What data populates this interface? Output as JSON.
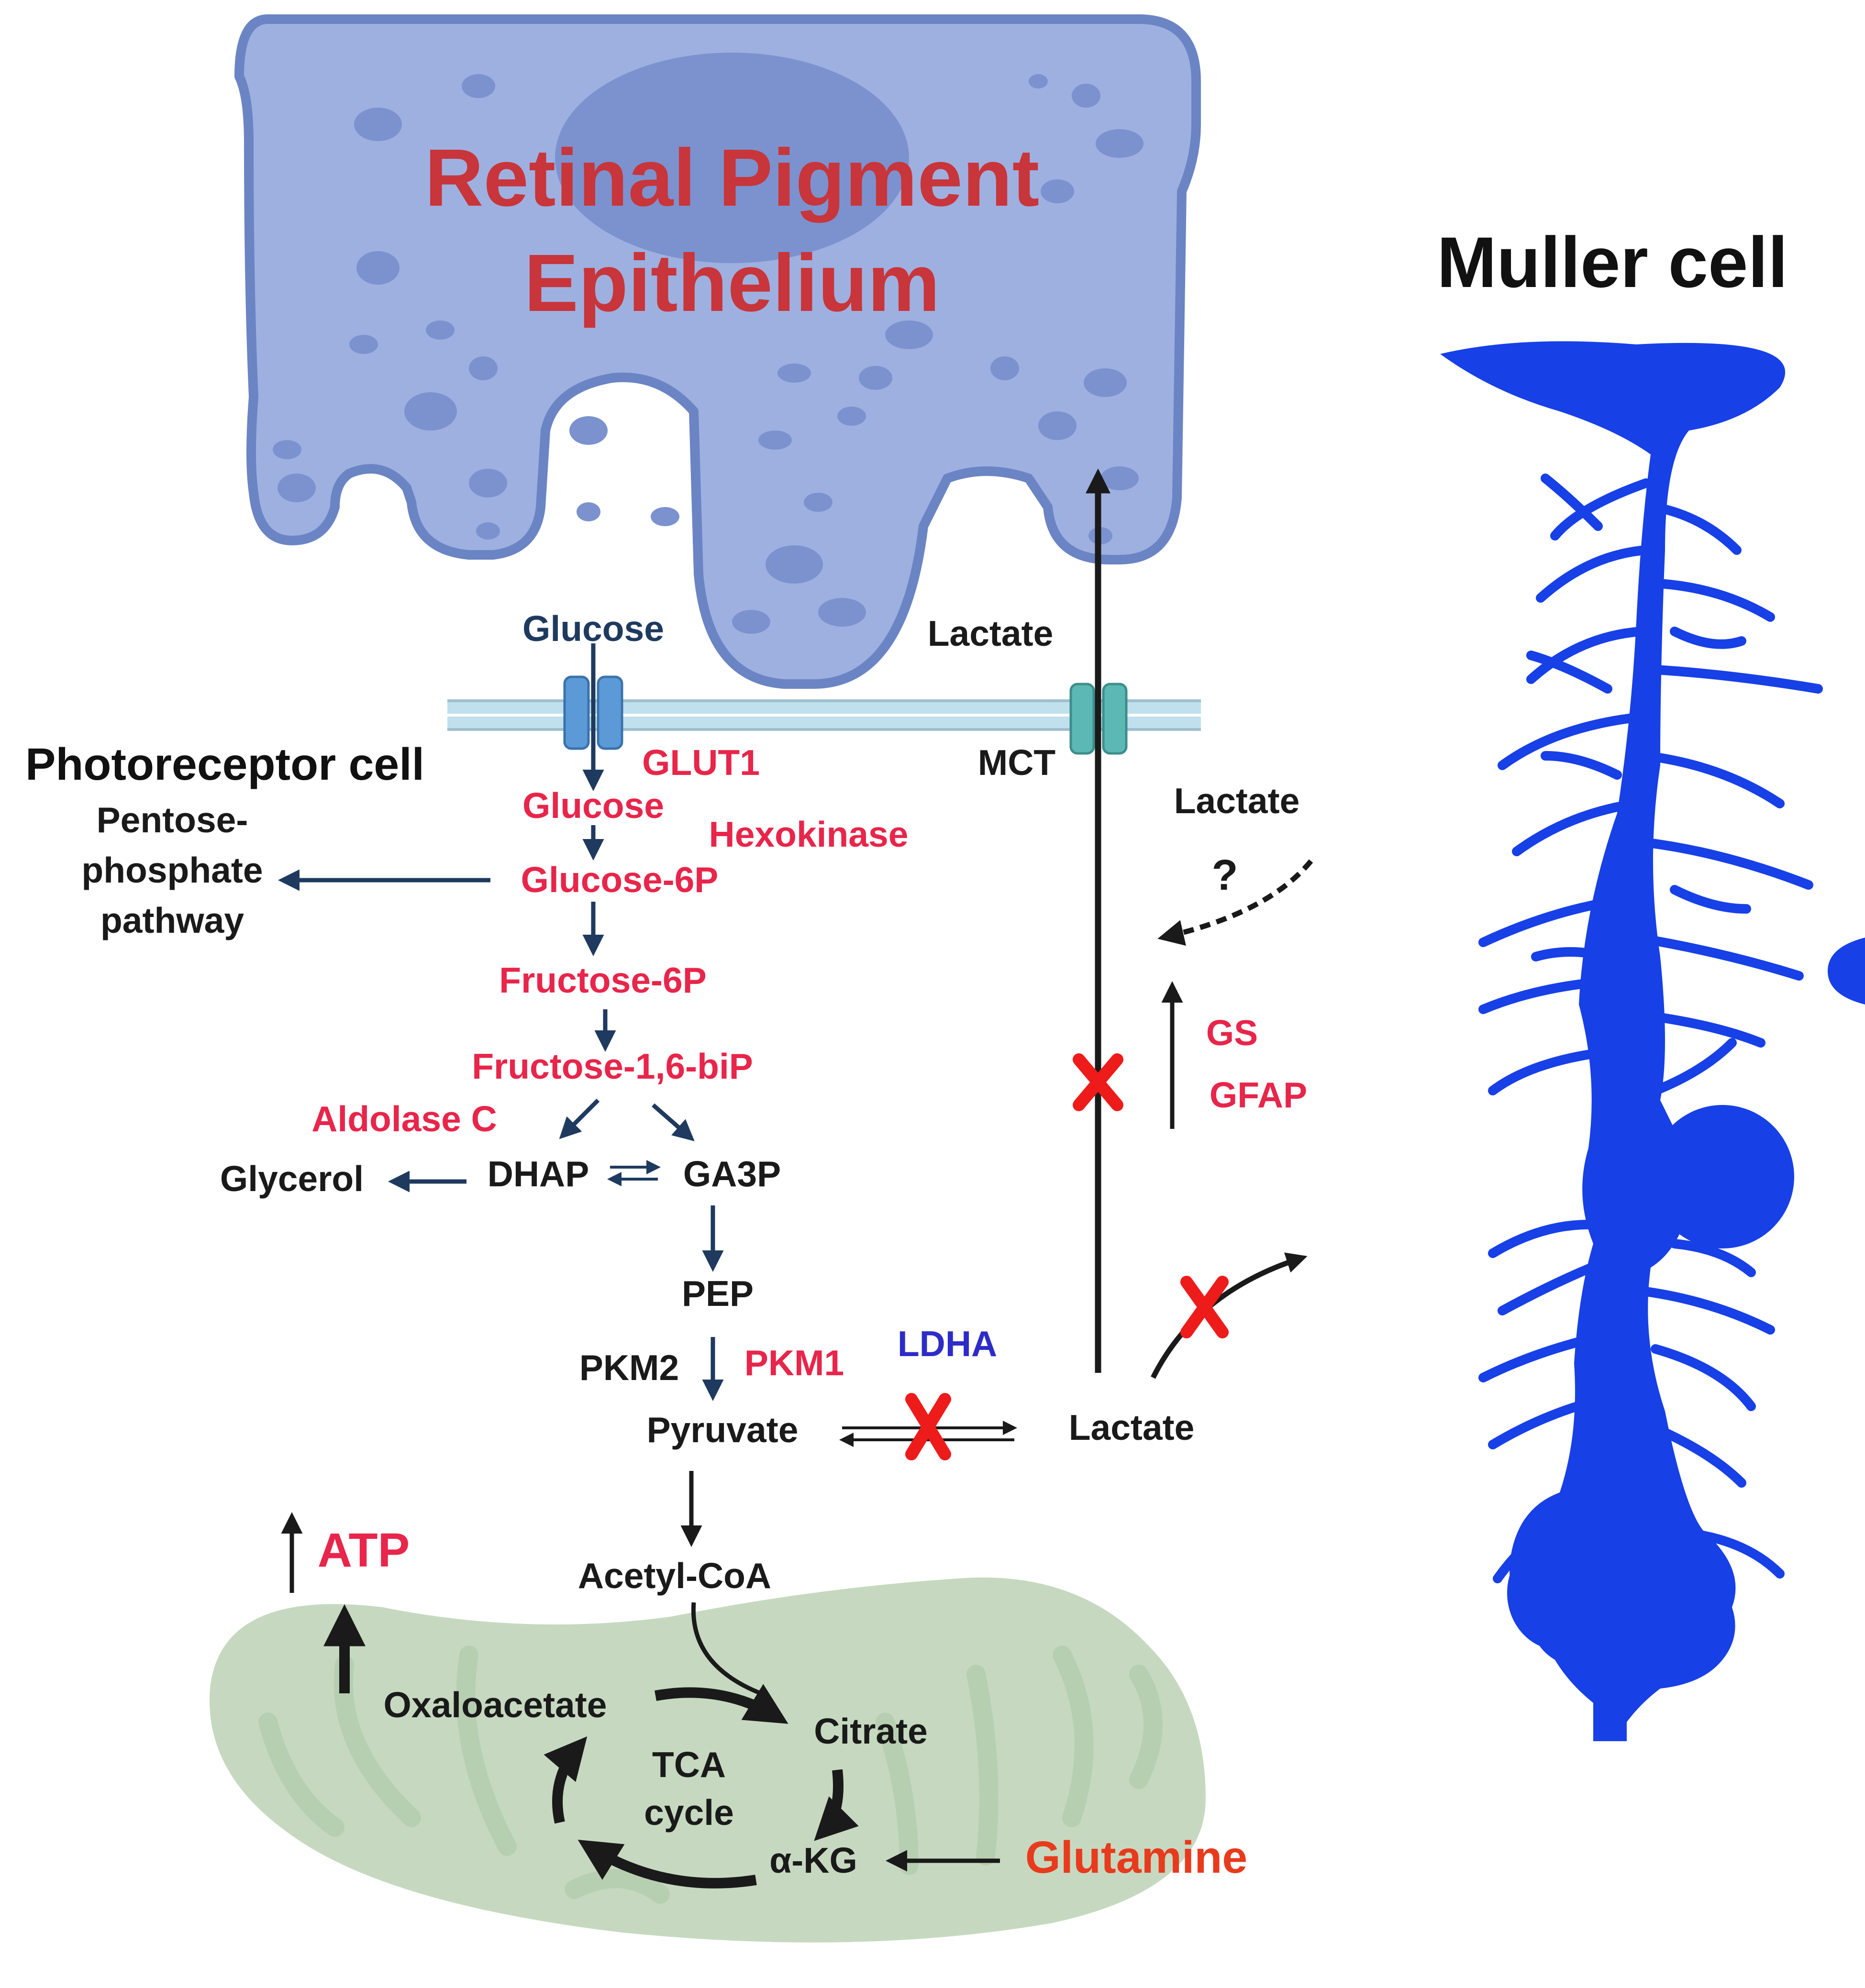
{
  "colors": {
    "rpe_fill": "#9eb0e0",
    "rpe_stroke": "#6b84c4",
    "rpe_spot": "#7b92cf",
    "rpe_title": "#c8353a",
    "pathway_red": "#e8254a",
    "glutamine_red": "#e83a1c",
    "ldha_blue": "#2d2cc8",
    "navy": "#1f3a5f",
    "black": "#1a1a1a",
    "x_red": "#ee1b1b",
    "muller_blue": "#1740e6",
    "mito_fill": "#c6d9c0",
    "mito_crista": "#b7cfb1",
    "glut_fill": "#5b9ad6",
    "mct_fill": "#5cb8b4",
    "membrane": "#bfe0ec"
  },
  "icons": {
    "blocked": "red-x-icon",
    "transporter": "channel-protein-icon"
  },
  "labels": {
    "rpe_title_line1": "Retinal Pigment",
    "rpe_title_line2": "Epithelium",
    "muller_title": "Muller cell",
    "photoreceptor_title": "Photoreceptor cell",
    "glucose_outside": "Glucose",
    "lactate_outside": "Lactate",
    "glut1": "GLUT1",
    "mct": "MCT",
    "glucose_inside": "Glucose",
    "hexokinase": "Hexokinase",
    "ppp_line1": "Pentose-",
    "ppp_line2": "phosphate",
    "ppp_line3": "pathway",
    "glucose6p": "Glucose-6P",
    "fructose6p": "Fructose-6P",
    "fructose16bip": "Fructose-1,6-biP",
    "aldolase_c": "Aldolase C",
    "glycerol": "Glycerol",
    "dhap": "DHAP",
    "ga3p": "GA3P",
    "pep": "PEP",
    "pkm2": "PKM2",
    "pkm1": "PKM1",
    "ldha": "LDHA",
    "pyruvate": "Pyruvate",
    "lactate_inside": "Lactate",
    "lactate_muller": "Lactate",
    "question": "?",
    "gs": "GS",
    "gfap": "GFAP",
    "atp": "ATP",
    "acetyl_coa": "Acetyl-CoA",
    "oxaloacetate": "Oxaloacetate",
    "citrate": "Citrate",
    "tca_line1": "TCA",
    "tca_line2": "cycle",
    "akg": "α-KG",
    "glutamine": "Glutamine"
  }
}
